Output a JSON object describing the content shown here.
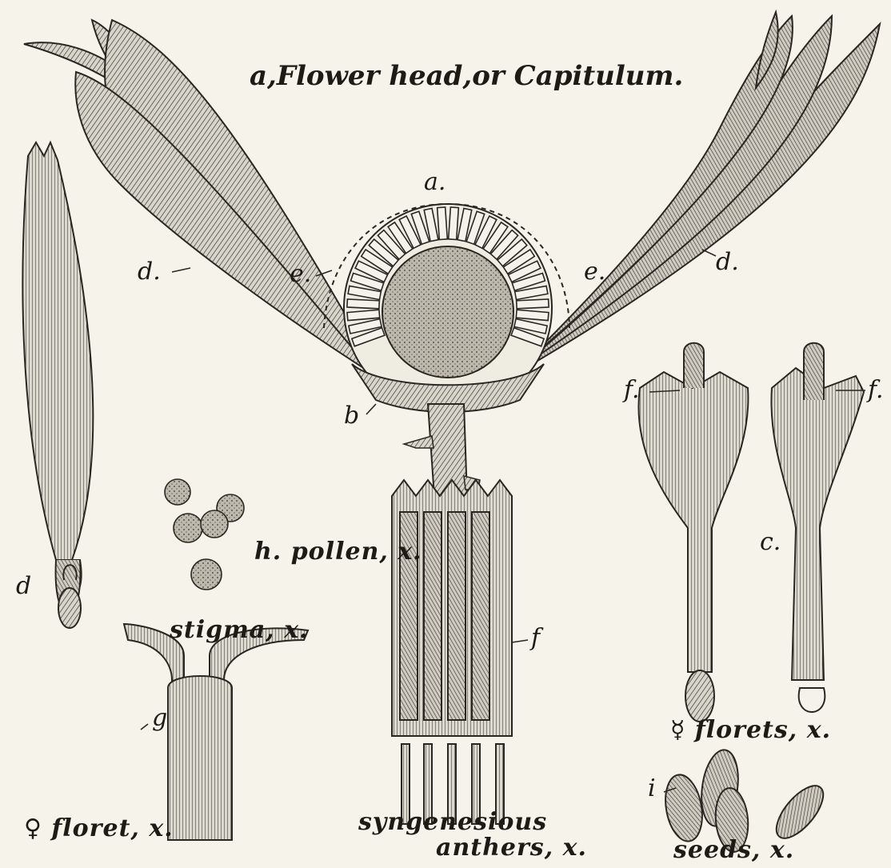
{
  "title": "a,Flower head,or Capitulum.",
  "labels": {
    "a": "a.",
    "d_left": "d.",
    "e_left": "e.",
    "e_right": "e.",
    "d_right": "d.",
    "b": "b",
    "f_left": "f.",
    "f_right": "f.",
    "c": "c.",
    "d_floret": "d",
    "pollen": "h. pollen, x.",
    "stigma": "stigma, x.",
    "g": "g",
    "f_anther": "f",
    "hermaphrodite_florets": "☿ florets, x.",
    "female_floret": "♀ floret, x.",
    "syngenesious": "syngenesious",
    "anthers": "anthers, x.",
    "i": "i",
    "seeds": "seeds, x."
  },
  "colors": {
    "ink": "#2a2622",
    "paper": "#f6f4ea",
    "fill": "#c4c0b4"
  }
}
